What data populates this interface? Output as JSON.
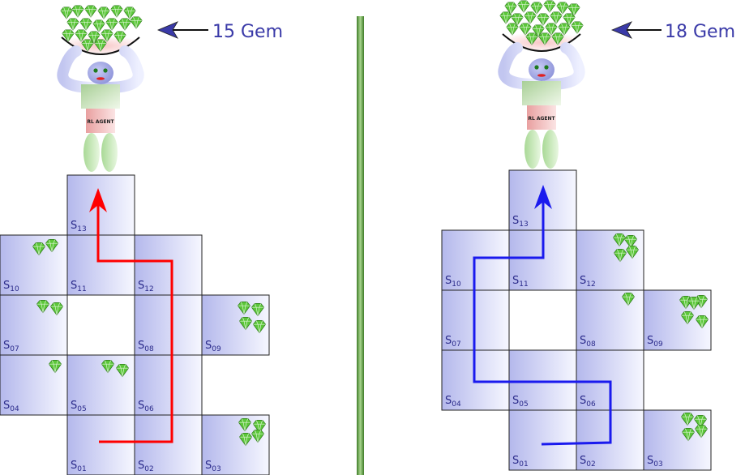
{
  "panels": [
    {
      "id": "left",
      "gem_count_label": "15 Gem",
      "agent_label": "RL AGENT",
      "path_color": "#ff0000",
      "cells": [
        {
          "id": "s13",
          "label": "S",
          "sub": "13",
          "gems": 0
        },
        {
          "id": "s10",
          "label": "S",
          "sub": "10",
          "gems": 2
        },
        {
          "id": "s11",
          "label": "S",
          "sub": "11",
          "gems": 0
        },
        {
          "id": "s12",
          "label": "S",
          "sub": "12",
          "gems": 0
        },
        {
          "id": "s07",
          "label": "S",
          "sub": "07",
          "gems": 2
        },
        {
          "id": "s08",
          "label": "S",
          "sub": "08",
          "gems": 0
        },
        {
          "id": "s09",
          "label": "S",
          "sub": "09",
          "gems": 4
        },
        {
          "id": "s04",
          "label": "S",
          "sub": "04",
          "gems": 1
        },
        {
          "id": "s05",
          "label": "S",
          "sub": "05",
          "gems": 2
        },
        {
          "id": "s06",
          "label": "S",
          "sub": "06",
          "gems": 0
        },
        {
          "id": "s01",
          "label": "S",
          "sub": "01",
          "gems": 0
        },
        {
          "id": "s02",
          "label": "S",
          "sub": "02",
          "gems": 0
        },
        {
          "id": "s03",
          "label": "S",
          "sub": "03",
          "gems": 4
        }
      ]
    },
    {
      "id": "right",
      "gem_count_label": "18 Gem",
      "agent_label": "RL AGENT",
      "path_color": "#1a1aee",
      "cells": [
        {
          "id": "s13",
          "label": "S",
          "sub": "13",
          "gems": 0
        },
        {
          "id": "s10",
          "label": "S",
          "sub": "10",
          "gems": 0
        },
        {
          "id": "s11",
          "label": "S",
          "sub": "11",
          "gems": 0
        },
        {
          "id": "s12",
          "label": "S",
          "sub": "12",
          "gems": 4
        },
        {
          "id": "s07",
          "label": "S",
          "sub": "07",
          "gems": 0
        },
        {
          "id": "s08",
          "label": "S",
          "sub": "08",
          "gems": 1
        },
        {
          "id": "s09",
          "label": "S",
          "sub": "09",
          "gems": 5
        },
        {
          "id": "s04",
          "label": "S",
          "sub": "04",
          "gems": 0
        },
        {
          "id": "s05",
          "label": "S",
          "sub": "05",
          "gems": 0
        },
        {
          "id": "s06",
          "label": "S",
          "sub": "06",
          "gems": 0
        },
        {
          "id": "s01",
          "label": "S",
          "sub": "01",
          "gems": 0
        },
        {
          "id": "s02",
          "label": "S",
          "sub": "02",
          "gems": 0
        },
        {
          "id": "s03",
          "label": "S",
          "sub": "03",
          "gems": 4
        }
      ]
    }
  ],
  "colors": {
    "cell_fill_dark": "#b4b8ec",
    "cell_fill_light": "#f6f7ff",
    "cell_border": "#222222",
    "gem": "#5cc73a",
    "divider": "#4d8f32",
    "arrow": "#3a3aa8"
  },
  "icons": [
    "gem-icon",
    "agent-figure",
    "arrow-pointer-icon"
  ]
}
